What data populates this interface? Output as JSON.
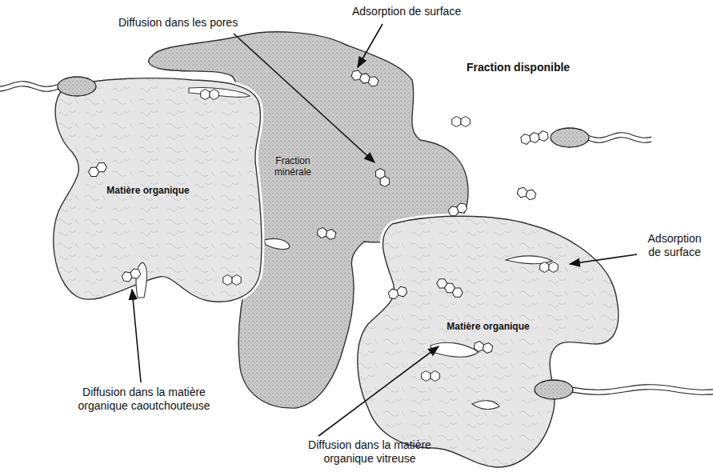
{
  "diagram": {
    "nodes": [
      {
        "text": [
          "Fraction minérale"
        ]
      },
      {
        "text": [
          "Matière organique"
        ]
      },
      {
        "text": [
          "Matière organique"
        ]
      }
    ],
    "labels": [
      "Diffusion dans les pores",
      "Adsorption de surface",
      "Fraction disponible",
      "Adsorption de surface",
      "Diffusion dans la matière organique caoutchouteuse",
      "Diffusion dans la matière organique vitreuse"
    ]
  }
}
